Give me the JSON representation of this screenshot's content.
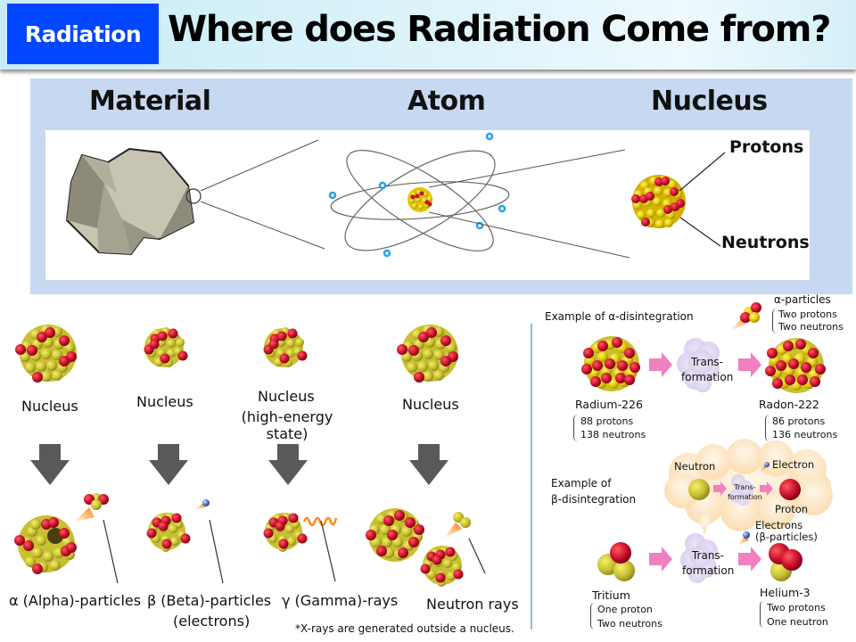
{
  "header": {
    "badge": "Radiation",
    "title": "Where does Radiation Come from?",
    "badge_color": "#0047ff"
  },
  "top_panel": {
    "headings": {
      "material": "Material",
      "atom": "Atom",
      "nucleus": "Nucleus"
    },
    "nucleus_labels": {
      "protons": "Protons",
      "neutrons": "Neutrons"
    },
    "colors": {
      "panel_bg": "#c6d9f0",
      "proton": "#c8102e",
      "neutron": "#e6c200",
      "electron": "#1fa3e8"
    }
  },
  "radiation_types": {
    "nuclei": [
      {
        "label": "Nucleus"
      },
      {
        "label": "Nucleus"
      },
      {
        "label": "Nucleus",
        "sublabel": "(high-energy state)"
      },
      {
        "label": "Nucleus"
      }
    ],
    "outputs": [
      {
        "label": "α (Alpha)-particles"
      },
      {
        "label": "β (Beta)-particles",
        "sublabel": "(electrons)"
      },
      {
        "label": "γ (Gamma)-rays"
      },
      {
        "label": "Neutron rays"
      }
    ],
    "footnote": "*X-rays are generated outside a nucleus."
  },
  "alpha_example": {
    "title": "Example of α-disintegration",
    "particle_label": "α-particles",
    "particle_details": [
      "Two protons",
      "Two neutrons"
    ],
    "parent": {
      "name": "Radium-226",
      "details": [
        "88 protons",
        "138 neutrons"
      ]
    },
    "transformation": [
      "Trans-",
      "formation"
    ],
    "daughter": {
      "name": "Radon-222",
      "details": [
        "86 protons",
        "136 neutrons"
      ]
    }
  },
  "beta_example": {
    "title": [
      "Example of",
      "β-disintegration"
    ],
    "bubble": {
      "neutron": "Neutron",
      "electron": "Electron",
      "proton": "Proton",
      "transformation": [
        "Trans-",
        "formation"
      ]
    },
    "emitted": [
      "Electrons",
      "(β-particles)"
    ],
    "parent": {
      "name": "Tritium",
      "details": [
        "One proton",
        "Two neutrons"
      ]
    },
    "transformation": [
      "Trans-",
      "formation"
    ],
    "daughter": {
      "name": "Helium-3",
      "details": [
        "Two protons",
        "One neutron"
      ]
    }
  }
}
